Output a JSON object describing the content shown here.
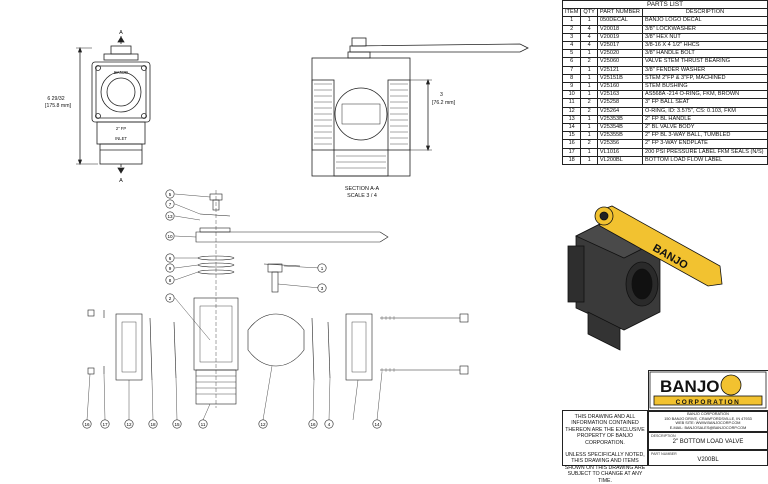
{
  "parts_list": {
    "title": "PARTS LIST",
    "headers": [
      "ITEM",
      "QTY",
      "PART NUMBER",
      "DESCRIPTION"
    ],
    "rows": [
      [
        "1",
        "1",
        "050DECAL",
        "BANJO LOGO DECAL"
      ],
      [
        "2",
        "4",
        "V20018",
        "3/8\" LOCKWASHER"
      ],
      [
        "3",
        "4",
        "V20019",
        "3/8\" HEX NUT"
      ],
      [
        "4",
        "4",
        "V25017",
        "3/8-16 X 4 1/2\" HHCS"
      ],
      [
        "5",
        "1",
        "V25020",
        "3/8\" HANDLE BOLT"
      ],
      [
        "6",
        "2",
        "V25060",
        "VALVE STEM THRUST BEARING"
      ],
      [
        "7",
        "1",
        "V25121",
        "3/8\" FENDER WASHER"
      ],
      [
        "8",
        "1",
        "V25151B",
        "STEM 2\"FP & 3\"FP, MACHINED"
      ],
      [
        "9",
        "1",
        "V25160",
        "STEM BUSHING"
      ],
      [
        "10",
        "1",
        "V25163",
        "AS568A -214 O-RING, FKM, BROWN"
      ],
      [
        "11",
        "2",
        "V25258",
        "3\" FP BALL SEAT"
      ],
      [
        "12",
        "2",
        "V25264",
        "O-RING, ID: 3.575\", CS: 0.103, FKM"
      ],
      [
        "13",
        "1",
        "V25353B",
        "2\" FP BL HANDLE"
      ],
      [
        "14",
        "1",
        "V25354B",
        "2\" BL VALVE BODY"
      ],
      [
        "15",
        "1",
        "V25355B",
        "2\" FP BL 3-WAY BALL, TUMBLED"
      ],
      [
        "16",
        "2",
        "V25356",
        "2\" FP 3-WAY ENDPLATE"
      ],
      [
        "17",
        "1",
        "VL1016",
        "200 PSI PRESSURE LABEL FKM SEALS (N/S)"
      ],
      [
        "18",
        "1",
        "VL200BL",
        "BOTTOM LOAD FLOW LABEL"
      ]
    ]
  },
  "front_view": {
    "section_mark": "A",
    "height_dim": "6 29/32",
    "height_dim_mm": "[175.8 mm]",
    "outlet_label": "2\" FP",
    "inlet_label": "INLET",
    "brand": "BANJO"
  },
  "section_view": {
    "dim": "3",
    "dim_mm": "[76.2 mm]",
    "title": "SECTION A-A",
    "scale": "SCALE 3 / 4"
  },
  "balloons": [
    "5",
    "7",
    "13",
    "10",
    "6",
    "9",
    "8",
    "1",
    "3",
    "2",
    "16",
    "17",
    "12",
    "18",
    "15",
    "11",
    "12",
    "16",
    "4",
    "14"
  ],
  "title_block": {
    "notice_1": "THIS DRAWING AND ALL INFORMATION CONTAINED THEREON ARE THE EXCLUSIVE PROPERTY OF BANJO CORPORATION.",
    "notice_2": "UNLESS SPECIFICALLY NOTED, THIS DRAWING AND ITEMS SHOWN ON THIS DRAWING ARE SUBJECT TO CHANGE AT ANY TIME.",
    "logo_text": "BANJO",
    "logo_sub": "CORPORATION",
    "company": "BANJO CORPORATION",
    "address": "150 BANJO DRIVE, CRAWFORDSVILLE, IN 47933",
    "web": "WEB SITE: WWW.BANJOCORP.COM",
    "email": "E-MAIL: BANJOSALES@BANJOCORP.COM",
    "description_label": "DESCRIPTION",
    "description": "2\" BOTTOM LOAD VALVE",
    "part_number_label": "PART NUMBER",
    "part_number": "V200BL"
  },
  "colors": {
    "handle_yellow": "#f2c230",
    "body_dark": "#3a3a3a"
  }
}
